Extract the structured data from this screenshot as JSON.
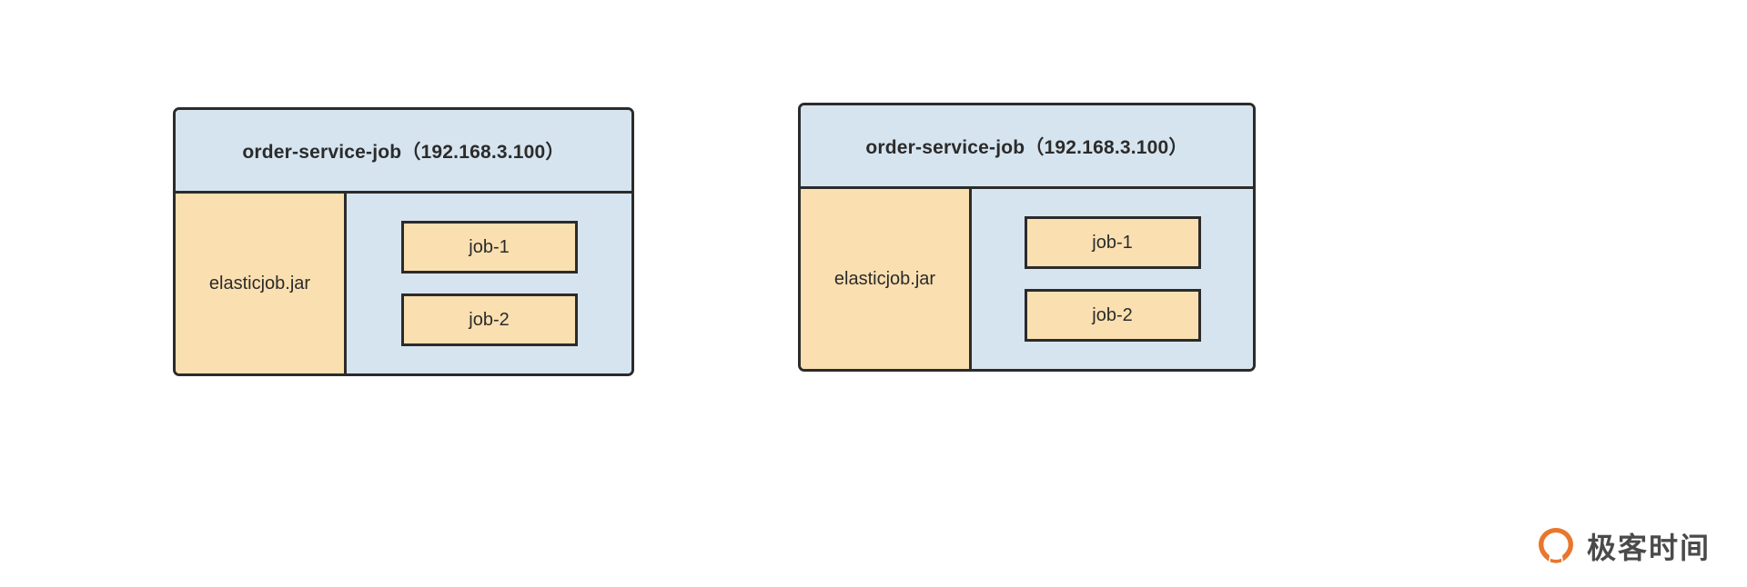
{
  "diagram": {
    "title": "",
    "background_color": "#ffffff",
    "palette": {
      "container_fill": "#d6e4ef",
      "jar_fill": "#fadfb0",
      "job_fill": "#fadfb0",
      "stroke": "#2b2b2b",
      "logo_orange": "#e8772e",
      "logo_text": "#4a4a4a"
    },
    "nodes": [
      {
        "header": "order-service-job（192.168.3.100）",
        "jar": "elasticjob.jar",
        "jobs": [
          {
            "label": "job-1"
          },
          {
            "label": "job-2"
          }
        ]
      },
      {
        "header": "order-service-job（192.168.3.100）",
        "jar": "elasticjob.jar",
        "jobs": [
          {
            "label": "job-1"
          },
          {
            "label": "job-2"
          }
        ]
      }
    ]
  },
  "watermark": {
    "text": "极客时间",
    "mark_name": "geektime-logo-icon"
  }
}
